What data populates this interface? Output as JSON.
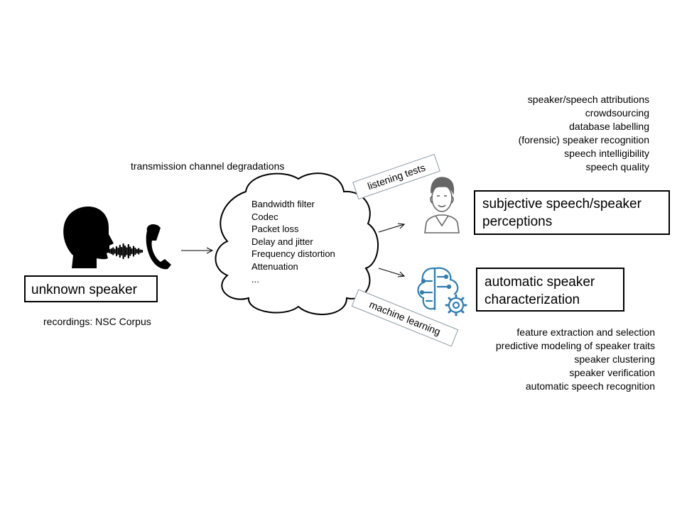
{
  "source": {
    "label": "unknown speaker",
    "recordings": "recordings: NSC Corpus"
  },
  "channel": {
    "title": "transmission channel degradations",
    "items": [
      "Bandwidth filter",
      "Codec",
      "Packet loss",
      "Delay and jitter",
      "Frequency distortion",
      "Attenuation",
      "..."
    ]
  },
  "tags": {
    "listening": "listening tests",
    "machine": "machine learning"
  },
  "subjective": {
    "line1": "subjective speech/speaker",
    "line2": "perceptions",
    "applications": [
      "speaker/speech attributions",
      "crowdsourcing",
      "database labelling",
      "(forensic) speaker recognition",
      "speech intelligibility",
      "speech quality"
    ]
  },
  "automatic": {
    "line1": "automatic speaker",
    "line2": "characterization",
    "applications": [
      "feature extraction and selection",
      "predictive modeling of speaker traits",
      "speaker clustering",
      "speaker verification",
      "automatic speech recognition"
    ]
  },
  "colors": {
    "ink": "#000000",
    "tag_border": "#8a9aa4",
    "person_line": "#666666",
    "brain_blue": "#2f7fb0"
  },
  "icons": [
    "head-silhouette-icon",
    "waveform-icon",
    "telephone-handset-icon",
    "person-icon",
    "brain-gear-icon"
  ]
}
